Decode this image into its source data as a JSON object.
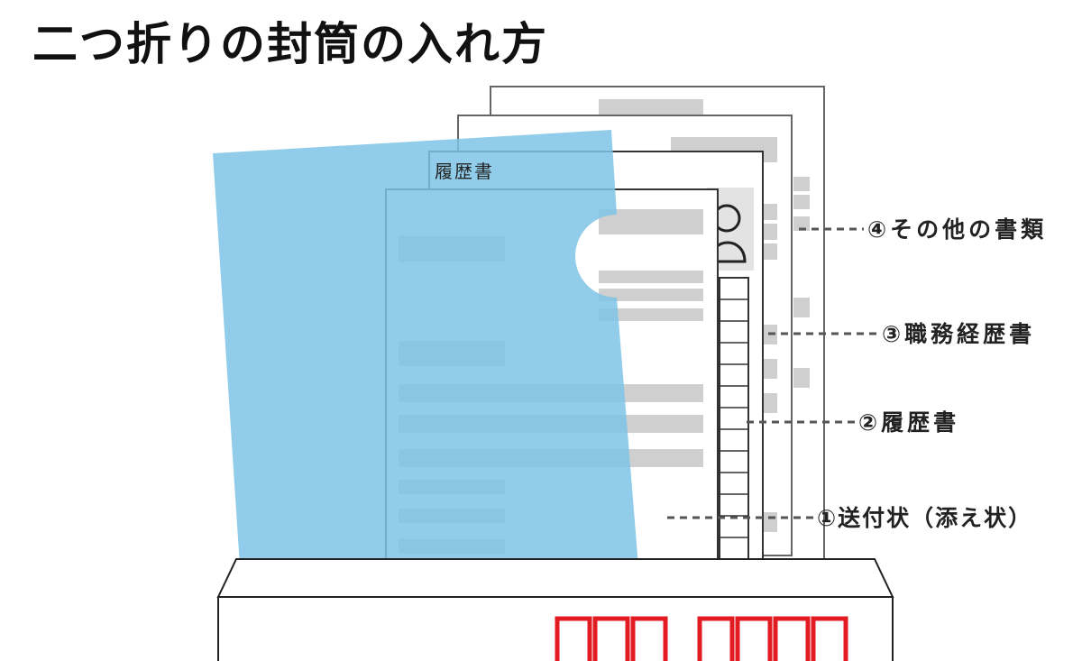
{
  "title": "二つ折りの封筒の入れ方",
  "resume_header": "履歴書",
  "labels": {
    "other_docs": "④その他の書類",
    "work_history": "③職務経歴書",
    "resume": "②履歴書",
    "cover_letter": "①送付状（添え状）"
  },
  "colors": {
    "clear_file": "#7ec4e6",
    "placeholder_gray": "#cfcfcf",
    "postal_red": "#e21b23",
    "outline": "#555555"
  }
}
